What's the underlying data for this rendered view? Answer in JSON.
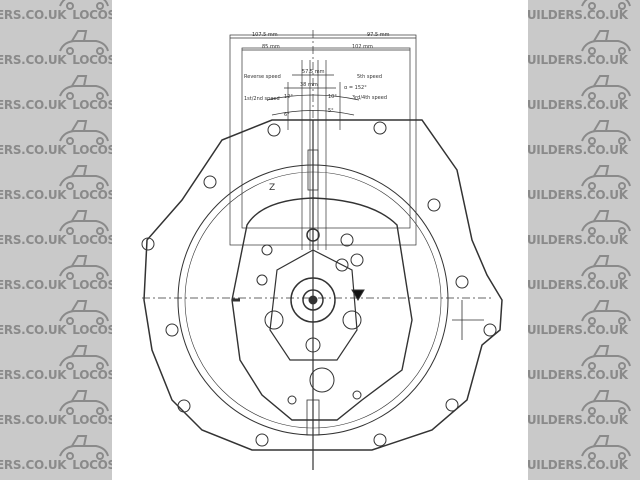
{
  "watermark": {
    "left_a": "ERS.CO.UK",
    "left_b": "LOCOSTBUILD",
    "right_a": "BUILDERS.CO.UK",
    "colors": {
      "band": "#c9c9c9",
      "text": "#8a8a8a"
    }
  },
  "drawing": {
    "dimensions": [
      "107.5 mm",
      "97.5 mm",
      "85 mm",
      "102 mm",
      "57.5 mm",
      "38 mm",
      "12°",
      "10°",
      "6°",
      "5°",
      "α = 152°"
    ],
    "labels": {
      "reverse": "Reverse speed",
      "fifth": "5th speed",
      "first_second": "1st/2nd speed",
      "third_fourth": "3rd/4th speed",
      "z": "Z"
    }
  }
}
